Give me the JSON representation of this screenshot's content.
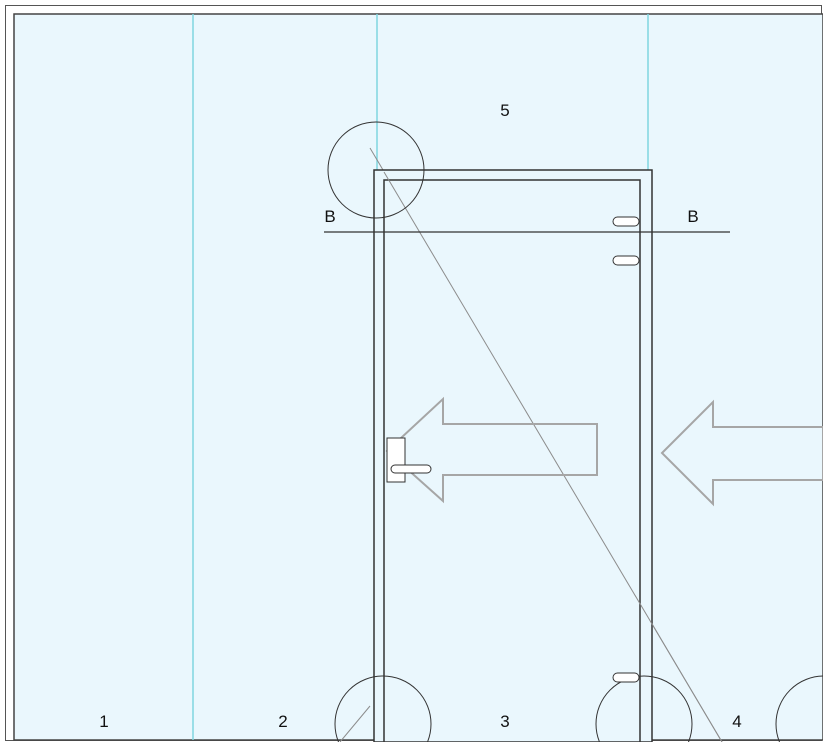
{
  "colors": {
    "glass": "#eaf7fd",
    "seam": "#7fd6e0",
    "line": "#333333",
    "arrow": "#a6a6a6",
    "diagonal": "#8c8c8c"
  },
  "icons": {
    "direction_arrow": "left-arrow-outline-icon",
    "fitting": "circle-outline-icon"
  },
  "labels": {
    "panel_1": "1",
    "panel_2": "2",
    "panel_3": "3",
    "panel_4": "4",
    "panel_5": "5",
    "section_left": "B",
    "section_right": "B"
  }
}
